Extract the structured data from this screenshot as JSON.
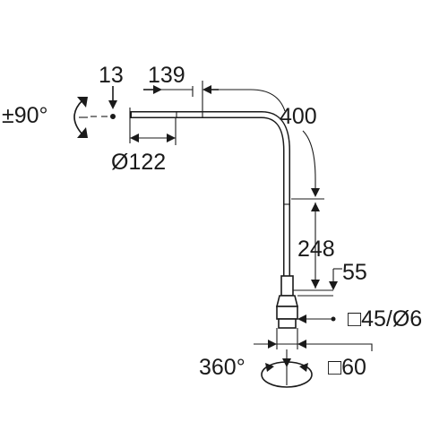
{
  "dimensions": {
    "head_offset": "13",
    "head_length": "139",
    "arm_horizontal": "400",
    "head_diameter": "Ø122",
    "head_rotation": "±90°",
    "arm_vertical": "248",
    "collar_height": "55",
    "clamp_size": "□45/Ø6",
    "base_rotation": "360°",
    "base_width": "□60"
  },
  "colors": {
    "line": "#1a1a1a",
    "background": "#ffffff"
  }
}
